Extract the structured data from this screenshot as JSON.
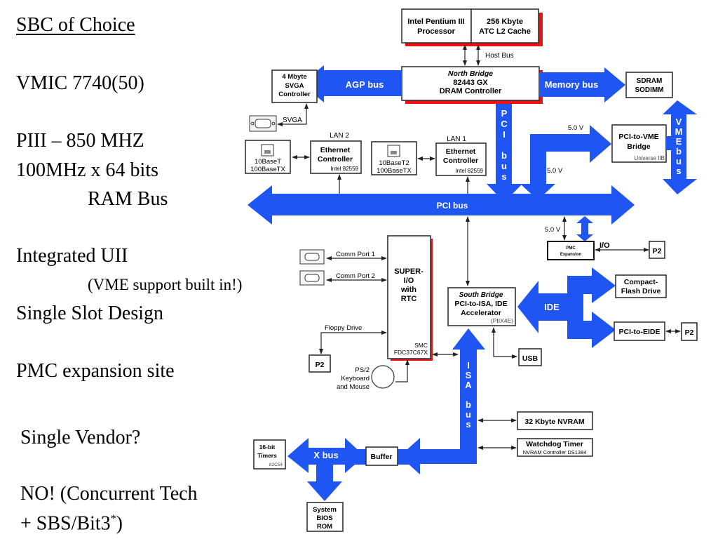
{
  "slide": {
    "title": "SBC of  Choice",
    "bullets": {
      "model": "VMIC 7740(50)",
      "cpu": "PIII – 850 MHZ",
      "ram_line1": "100MHz x 64 bits",
      "ram_line2": "RAM Bus",
      "uii": "Integrated UII",
      "vme_note": "(VME support built in!)",
      "slot": "Single Slot Design",
      "pmc": "PMC expansion site",
      "vendor_q": "Single Vendor?",
      "vendor_a1": "NO! (Concurrent Tech",
      "vendor_a2_pre": "+ SBS/Bit3",
      "vendor_a2_sup": "*",
      "vendor_a2_post": ")"
    }
  },
  "diagram": {
    "processor": {
      "line1": "Intel Pentium III",
      "line2": "Processor"
    },
    "cache": {
      "line1": "256 Kbyte",
      "line2": "ATC L2 Cache"
    },
    "host_bus": "Host Bus",
    "north_bridge": {
      "title": "North Bridge",
      "line1": "82443 GX",
      "line2": "DRAM Controller"
    },
    "agp_bus": "AGP bus",
    "memory_bus": "Memory bus",
    "svga_controller": {
      "line1": "4 Mbyte",
      "line2": "SVGA",
      "line3": "Controller"
    },
    "svga_label": "SVGA",
    "sdram": {
      "line1": "SDRAM",
      "line2": "SODIMM"
    },
    "lan2": {
      "label": "LAN 2",
      "ctrl_line1": "Ethernet",
      "ctrl_line2": "Controller",
      "chip": "Intel 82559",
      "port_line1": "10BaseT",
      "port_line2": "100BaseTX"
    },
    "lan1": {
      "label": "LAN 1",
      "ctrl_line1": "Ethernet",
      "ctrl_line2": "Controller",
      "chip": "Intel 82559",
      "port_line1": "10BaseT2",
      "port_line2": "100BaseTX"
    },
    "pci_bus_vertical": [
      "P",
      "C",
      "I",
      "",
      "b",
      "u",
      "s"
    ],
    "pci_bus": "PCI bus",
    "voltage_1": "5.0 V",
    "voltage_2": "5.0 V",
    "voltage_3": "5.0 V",
    "pci_vme_bridge": {
      "line1": "PCI-to-VME",
      "line2": "Bridge",
      "chip": "Universe IIB"
    },
    "vmebus_vertical": [
      "V",
      "M",
      "E",
      "b",
      "u",
      "s"
    ],
    "pmc": {
      "line1": "PMC",
      "line2": "Expansion"
    },
    "io_label": "I/O",
    "p2": "P2",
    "comm_port_1": "Comm Port 1",
    "comm_port_2": "Comm Port 2",
    "super_io": {
      "line1": "SUPER-",
      "line2": "I/O",
      "line3": "with",
      "line4": "RTC",
      "vendor": "SMC",
      "chip": "FDC37C67X"
    },
    "floppy": "Floppy Drive",
    "ps2": {
      "line1": "PS/2",
      "line2": "Keyboard",
      "line3": "and Mouse"
    },
    "south_bridge": {
      "title": "South Bridge",
      "line1": "PCI-to-ISA, IDE",
      "line2": "Accelerator",
      "chip": "(PIIX4E)"
    },
    "ide": "IDE",
    "compact_flash": {
      "line1": "Compact-",
      "line2": "Flash Drive"
    },
    "pci_eide": "PCI-to-EIDE",
    "usb": "USB",
    "isa_bus_vertical": [
      "I",
      "S",
      "A",
      "",
      "b",
      "u",
      "s"
    ],
    "nvram": "32 Kbyte NVRAM",
    "watchdog": {
      "line1": "Watchdog Timer",
      "line2": "NVRAM Controller DS1384"
    },
    "buffer": "Buffer",
    "x_bus": "X bus",
    "timers": {
      "line1": "16-bit",
      "line2": "Timers",
      "chip": "82C54"
    },
    "bios": {
      "line1": "System",
      "line2": "BIOS",
      "line3": "ROM"
    }
  },
  "colors": {
    "bus": "#1f55f2",
    "shadow": "#ee1111",
    "text": "#000000"
  }
}
